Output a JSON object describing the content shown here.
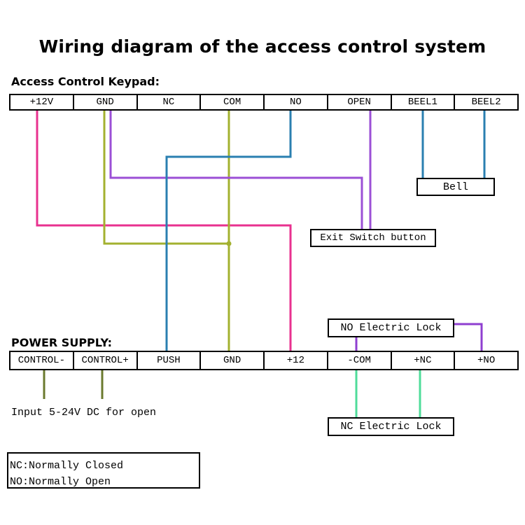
{
  "title": "Wiring diagram of the access control system",
  "keypad": {
    "heading": "Access Control Keypad:",
    "terminals": [
      "+12V",
      "GND",
      "NC",
      "COM",
      "NO",
      "OPEN",
      "BEEL1",
      "BEEL2"
    ]
  },
  "power_supply": {
    "heading": "POWER SUPPLY:",
    "terminals": [
      "CONTROL-",
      "CONTROL+",
      "PUSH",
      "GND",
      "+12",
      "-COM",
      "+NC",
      "+NO"
    ]
  },
  "devices": {
    "bell": "Bell",
    "exit_switch": "Exit Switch button",
    "no_lock": "NO Electric Lock",
    "nc_lock": "NC Electric Lock"
  },
  "control_input_note": "Input 5-24V DC for open",
  "legend": {
    "nc": "NC:Normally Closed",
    "no": "NO:Normally Open"
  },
  "wire_colors": {
    "power_12v": "#e8318f",
    "ground": "#a3b12f",
    "exit_gnd": "#9b4fd6",
    "push_no": "#2a7fb0",
    "open": "#9b4fd6",
    "bell": "#2a7fb0",
    "control": "#6b7a2e",
    "no_lock": "#8f3fd0",
    "nc_lock": "#4fdc9a"
  }
}
